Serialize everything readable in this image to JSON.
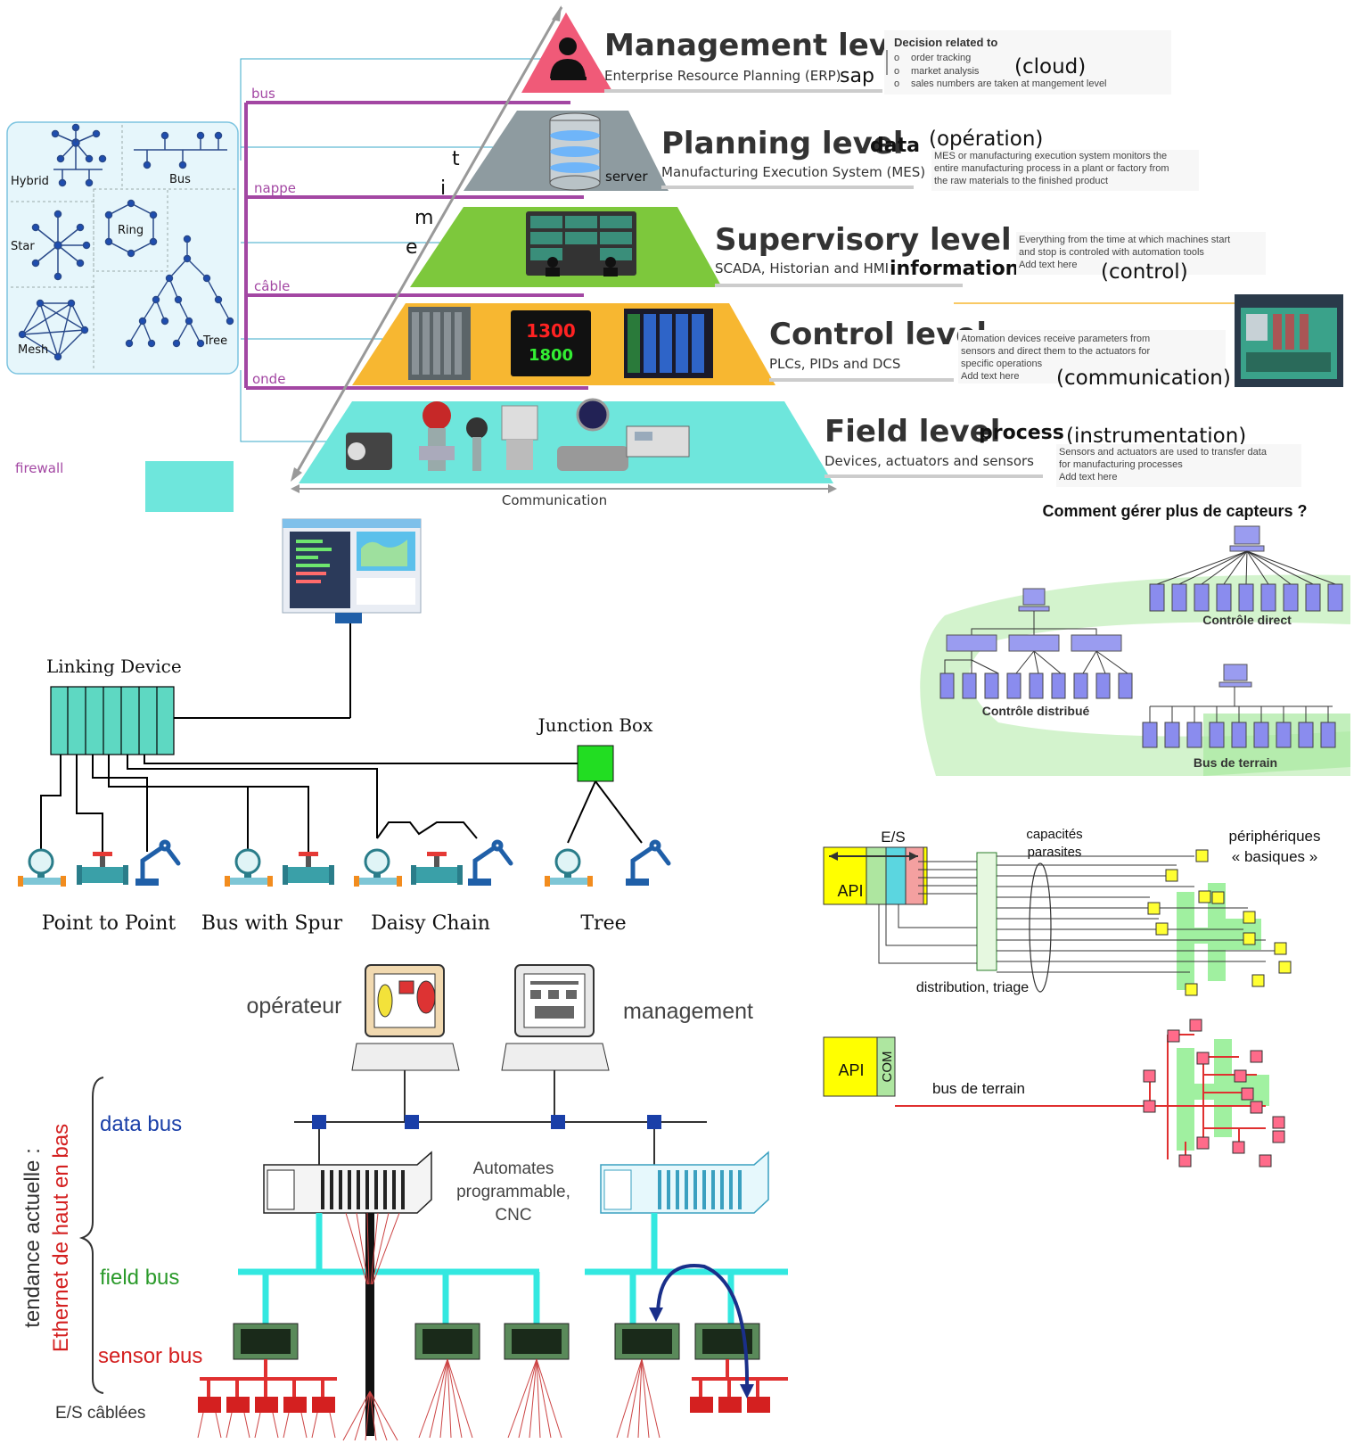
{
  "topology_panel": {
    "hybrid": "Hybrid",
    "bus": "Bus",
    "star": "Star",
    "ring": "Ring",
    "mesh": "Mesh",
    "tree": "Tree"
  },
  "cable_labels": [
    "bus",
    "nappe",
    "câble",
    "onde"
  ],
  "firewall_label": "firewall",
  "time_letters": [
    "t",
    "i",
    "m",
    "e"
  ],
  "pyramid": {
    "management": {
      "title": "Management level",
      "subtitle": "Enterprise Resource Planning (ERP)",
      "tag": "sap",
      "note_title": "Decision related to",
      "note_items": [
        "order tracking",
        "market analysis",
        "sales numbers are taken at mangement level"
      ],
      "paren": "(cloud)"
    },
    "planning": {
      "title": "Planning level",
      "tag": "data",
      "subtitle": "Manufacturing Execution System (MES)",
      "icon_label": "server",
      "paren": "(opération)",
      "note": [
        "MES or manufacturing execution system monitors the",
        "entire manufacturing process in a plant or factory from",
        "the raw materials to the finished product"
      ]
    },
    "supervisory": {
      "title": "Supervisory level",
      "subtitle": "SCADA, Historian and HMI",
      "tag": "information",
      "note": [
        "Everything from the time at which machines start",
        "and stop is controled with automation tools",
        "Add text here"
      ],
      "paren": "(control)"
    },
    "control": {
      "title": "Control level",
      "subtitle": "PLCs, PIDs and DCS",
      "note": [
        "Atomation devices receive parameters from",
        "sensors and direct them to the actuators for",
        "specific operations",
        "Add text here"
      ],
      "paren": "(communication)",
      "display_top": "1300",
      "display_bottom": "1800"
    },
    "field": {
      "title": "Field level",
      "tag": "process",
      "paren": "(instrumentation)",
      "subtitle": "Devices, actuators and sensors",
      "note": [
        "Sensors and actuators are used to transfer data",
        "for manufacturing processes",
        "Add text here"
      ]
    },
    "axis_label": "Communication"
  },
  "sensors_panel": {
    "title": "Comment gérer plus de capteurs ?",
    "direct": "Contrôle direct",
    "distributed": "Contrôle distribué",
    "fieldbus": "Bus de terrain"
  },
  "linking": {
    "device": "Linking Device",
    "junction": "Junction Box",
    "topologies": [
      "Point to Point",
      "Bus with Spur",
      "Daisy Chain",
      "Tree"
    ]
  },
  "io_panel": {
    "es": "E/S",
    "api": "API",
    "capacites": "capacités",
    "parasites": "parasites",
    "peripheriques": "périphériques",
    "basiques": "« basiques »",
    "distribution": "distribution, triage",
    "api2": "API",
    "com": "COM",
    "bus_terrain": "bus de terrain"
  },
  "network_bottom": {
    "operateur": "opérateur",
    "management": "management",
    "data_bus": "data bus",
    "automates": [
      "Automates",
      "programmable,",
      "CNC"
    ],
    "field_bus": "field bus",
    "sensor_bus": "sensor bus",
    "es_cablees": "E/S câblées",
    "side_label_1": "tendance actuelle :",
    "side_label_2": "Ethernet de haut en bas"
  },
  "colors": {
    "management": "#f05a78",
    "planning": "#8e9ba0",
    "supervisory": "#7dc83c",
    "control": "#f7b731",
    "field": "#6ee6dc",
    "cable_purple": "#a347a3",
    "cyan_bus": "#33e8e0",
    "junction": "#22dd22",
    "io_red": "#e03030",
    "yellow_box": "#ffff00"
  }
}
